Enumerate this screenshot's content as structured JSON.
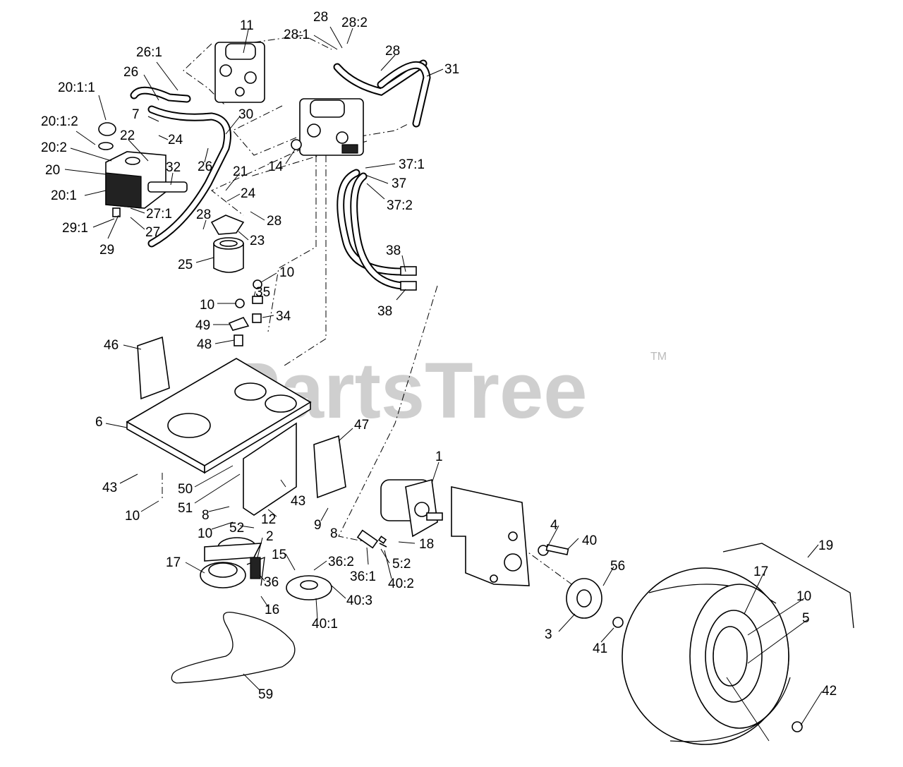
{
  "watermark": {
    "text": "PartsTree",
    "tm": "TM"
  },
  "callouts": [
    "11",
    "28",
    "28:1",
    "28:2",
    "26:1",
    "28",
    "31",
    "26",
    "20:1:1",
    "7",
    "30",
    "20:1:2",
    "24",
    "22",
    "20:2",
    "26",
    "14",
    "37:1",
    "20",
    "32",
    "21",
    "37",
    "20:1",
    "24",
    "37:2",
    "27:1",
    "28",
    "28",
    "29:1",
    "27",
    "23",
    "29",
    "25",
    "38",
    "10",
    "35",
    "10",
    "34",
    "49",
    "38",
    "48",
    "46",
    "6",
    "47",
    "1",
    "43",
    "50",
    "43",
    "51",
    "8",
    "12",
    "9",
    "10",
    "10",
    "8",
    "52",
    "4",
    "40",
    "19",
    "2",
    "18",
    "17",
    "15",
    "36:2",
    "36:1",
    "5:2",
    "56",
    "36",
    "40:2",
    "17",
    "40:3",
    "10",
    "16",
    "40:1",
    "5",
    "3",
    "41",
    "42",
    "59"
  ]
}
